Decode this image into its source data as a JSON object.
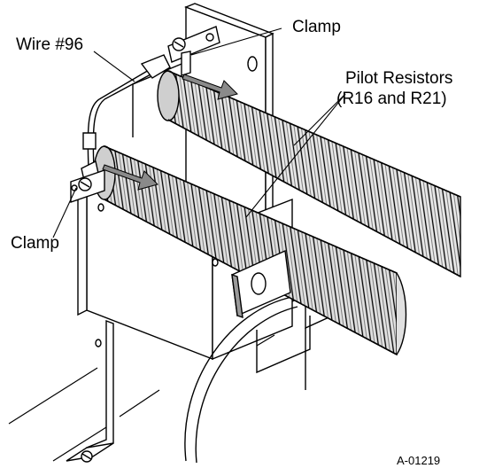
{
  "labels": {
    "wire": "Wire #96",
    "clamp_top": "Clamp",
    "clamp_left": "Clamp",
    "resistors_line1": "Pilot Resistors",
    "resistors_line2": "(R16 and R21)"
  },
  "figure_id": "A-01219",
  "colors": {
    "line": "#000000",
    "arrow_fill": "#8a8a8a",
    "coil_shade": "#d9d9d9",
    "background": "#ffffff"
  }
}
